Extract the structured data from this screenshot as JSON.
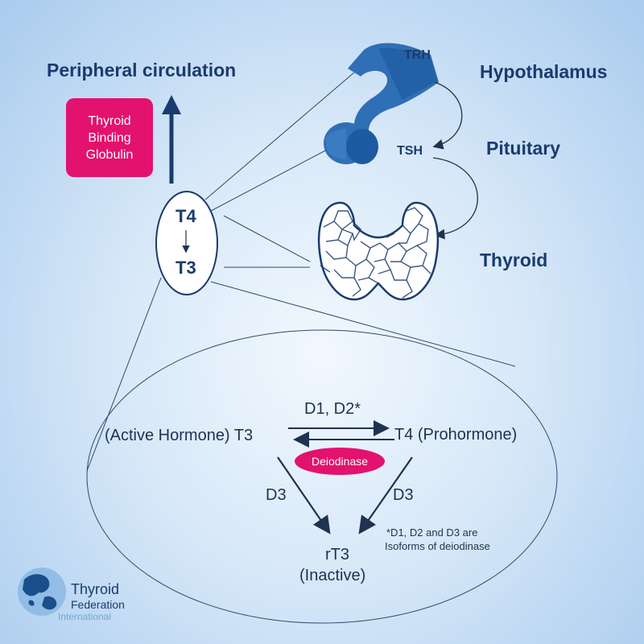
{
  "labels": {
    "peripheral": "Peripheral circulation",
    "hypothalamus": "Hypothalamus",
    "pituitary": "Pituitary",
    "thyroid": "Thyroid",
    "trh": "TRH",
    "tsh": "TSH",
    "t4": "T4",
    "t3": "T3"
  },
  "binding_globulin": [
    "Thyroid",
    "Binding",
    "Globulin"
  ],
  "reaction": {
    "active": "(Active Hormone) T3",
    "prohormone": "T4 (Prohormone)",
    "d1d2": "D1, D2*",
    "deiodinase": "Deiodinase",
    "d3_left": "D3",
    "d3_right": "D3",
    "rt3": "rT3",
    "inactive": "(Inactive)",
    "footnote": [
      "*D1, D2 and D3 are",
      "Isoforms of deiodinase"
    ]
  },
  "logo": {
    "line1": "Thyroid",
    "line2": "Federation",
    "line3": "International"
  },
  "colors": {
    "accent_pink": "#e2126e",
    "dark_blue": "#1a3b6e",
    "organ_blue": "#2f6fb5"
  }
}
